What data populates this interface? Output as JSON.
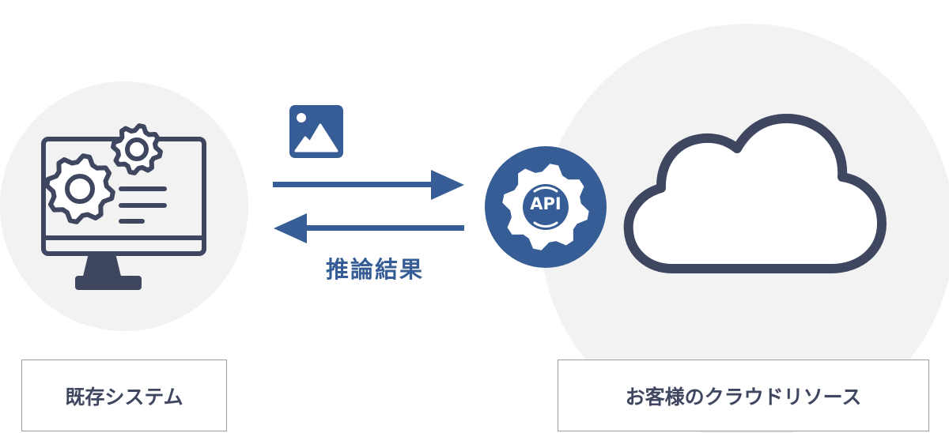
{
  "labels": {
    "existing_system": "既存システム",
    "customer_cloud": "お客様のクラウドリソース",
    "inference_result": "推論結果",
    "api": "API"
  },
  "icons": [
    "monitor-gears-icon",
    "image-icon",
    "arrow-right-icon",
    "arrow-left-icon",
    "api-gear-icon",
    "cloud-icon"
  ],
  "colors": {
    "dark": "#3f4660",
    "blue": "#365d96",
    "bg_circle": "#f2f2f2",
    "border": "#9a9ca3"
  }
}
